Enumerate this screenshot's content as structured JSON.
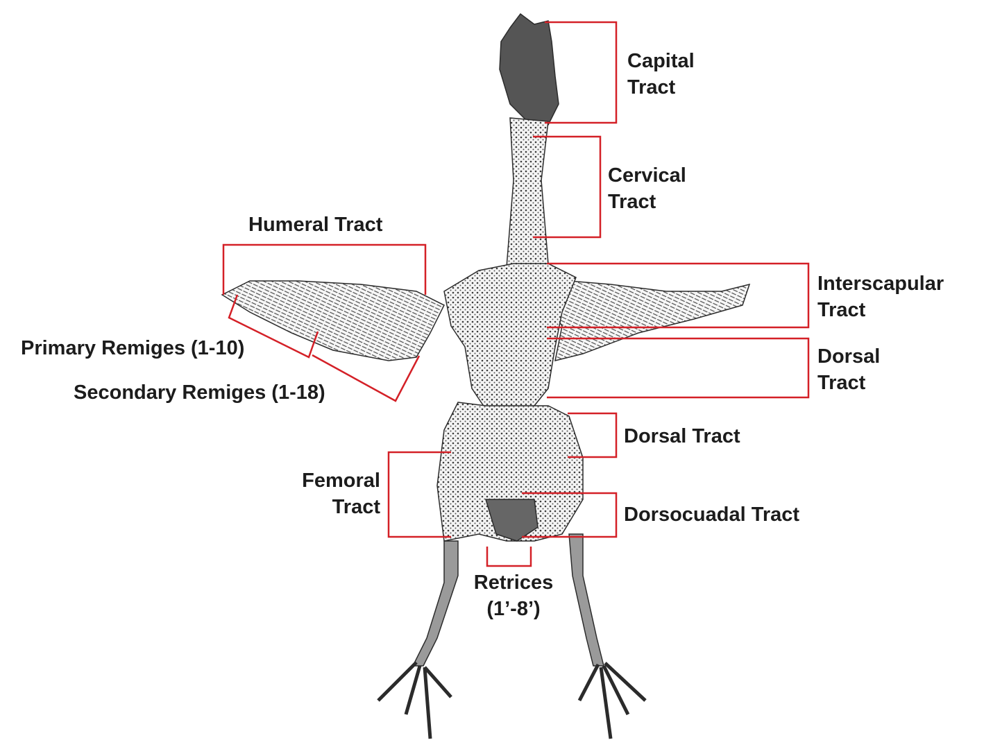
{
  "colors": {
    "bracket": "#d42027",
    "label_text": "#1c1c1c",
    "bird_ink": "#2b2b2b",
    "bird_fill": "#f2f2f2"
  },
  "image": {
    "subject": "bird-illustration"
  },
  "labels": {
    "capital": [
      "Capital",
      "Tract"
    ],
    "cervical": [
      "Cervical",
      "Tract"
    ],
    "humeral": "Humeral Tract",
    "interscapular": [
      "Interscapular",
      "Tract"
    ],
    "dorsal_upper": [
      "Dorsal",
      "Tract"
    ],
    "primary_remiges": "Primary Remiges (1-10)",
    "secondary_remiges": "Secondary Remiges (1-18)",
    "dorsal_lower": "Dorsal Tract",
    "femoral": [
      "Femoral",
      "Tract"
    ],
    "dorsocaudal": "Dorsocuadal Tract",
    "retrices": [
      "Retrices",
      "(1’-8’)"
    ]
  }
}
